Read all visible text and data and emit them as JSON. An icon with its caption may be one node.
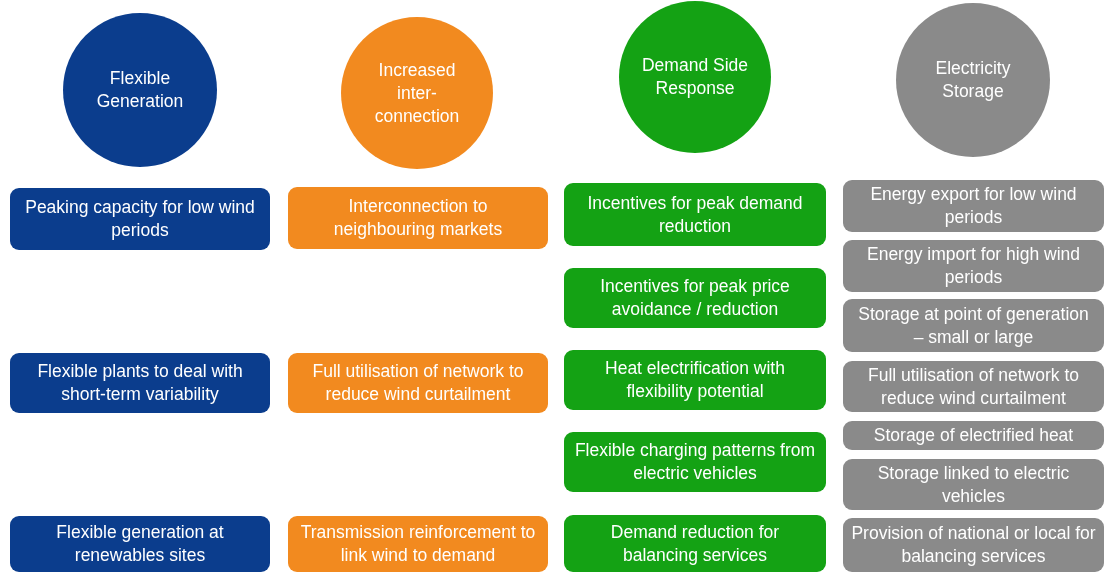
{
  "diagram": {
    "nodes": [
      {
        "text": [
          "Flexible Generation"
        ]
      },
      {
        "text": [
          "Peaking capacity for low wind periods"
        ]
      },
      {
        "text": [
          "Flexible plants to deal with short-term variability"
        ]
      },
      {
        "text": [
          "Flexible generation at renewables sites"
        ]
      },
      {
        "text": [
          "Increased inter-connection"
        ]
      },
      {
        "text": [
          "Interconnection to neighbouring markets"
        ]
      },
      {
        "text": [
          "Full utilisation of network to reduce wind curtailment"
        ]
      },
      {
        "text": [
          "Transmission reinforcement to link wind to demand"
        ]
      },
      {
        "text": [
          "Demand Side Response"
        ]
      },
      {
        "text": [
          "Incentives for peak demand reduction"
        ]
      },
      {
        "text": [
          "Incentives for peak price avoidance / reduction"
        ]
      },
      {
        "text": [
          "Heat electrification with flexibility potential"
        ]
      },
      {
        "text": [
          "Flexible charging patterns from electric vehicles"
        ]
      },
      {
        "text": [
          "Demand reduction for balancing services"
        ]
      },
      {
        "text": [
          "Electricity Storage"
        ]
      },
      {
        "text": [
          "Energy export for low wind periods"
        ]
      },
      {
        "text": [
          "Energy import for high wind periods"
        ]
      },
      {
        "text": [
          "Storage at point of generation – small or large"
        ]
      },
      {
        "text": [
          "Full utilisation of network to reduce wind curtailment"
        ]
      },
      {
        "text": [
          "Storage of electrified heat"
        ]
      },
      {
        "text": [
          "Storage linked to electric vehicles"
        ]
      },
      {
        "text": [
          "Provision of national or local for balancing services"
        ]
      }
    ]
  }
}
